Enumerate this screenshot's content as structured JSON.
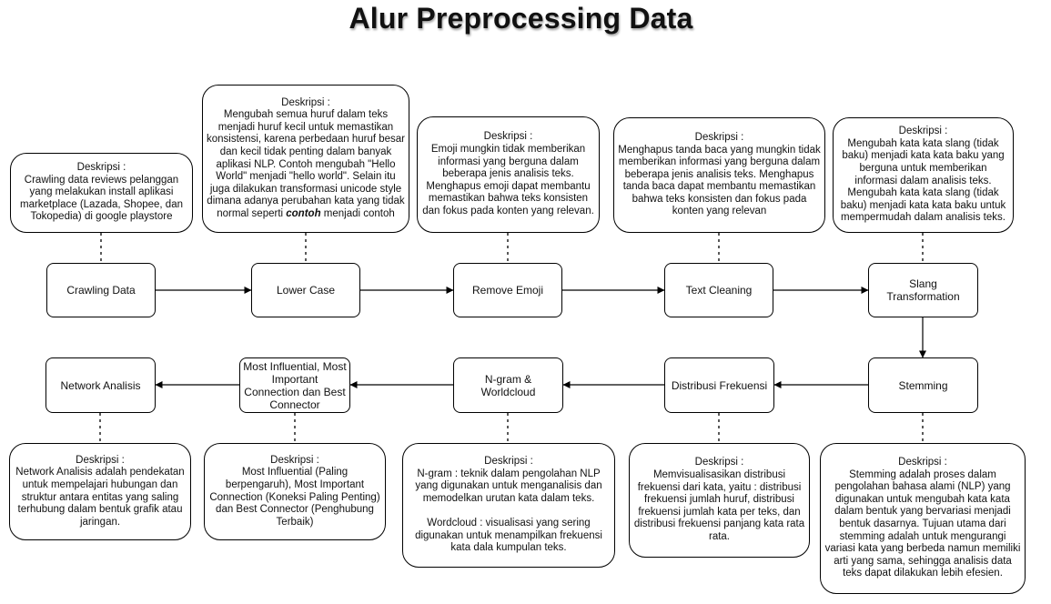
{
  "title": "Alur Preprocessing Data",
  "nodes": {
    "crawling": "Crawling Data",
    "lowercase": "Lower Case",
    "emoji": "Remove Emoji",
    "cleaning": "Text Cleaning",
    "slang": "Slang Transformation",
    "stemming": "Stemming",
    "distribusi": "Distribusi Frekuensi",
    "ngram": "N-gram & Worldcloud",
    "influential": "Most Influential, Most Important Connection dan Best Connector",
    "network": "Network Analisis"
  },
  "descriptions": {
    "crawling": {
      "head": "Deskripsi :",
      "body": "Crawling data reviews pelanggan yang melakukan install aplikasi marketplace (Lazada, Shopee, dan Tokopedia) di google playstore"
    },
    "lowercase": {
      "head": "Deskripsi :",
      "body": "Mengubah semua huruf dalam teks menjadi huruf kecil untuk memastikan konsistensi, karena perbedaan huruf besar dan kecil tidak penting dalam banyak aplikasi NLP. Contoh mengubah \"Hello World\" menjadi \"hello world\". Selain itu juga dilakukan transformasi unicode style dimana adanya perubahan kata yang tidak normal seperti ",
      "emph": "contoh",
      "tail": " menjadi contoh"
    },
    "emoji": {
      "head": "Deskripsi :",
      "body": "Emoji mungkin tidak memberikan informasi yang berguna dalam beberapa jenis analisis teks. Menghapus emoji dapat membantu memastikan bahwa teks konsisten dan fokus pada konten yang relevan."
    },
    "cleaning": {
      "head": "Deskripsi :",
      "body": "Menghapus tanda baca yang mungkin tidak memberikan informasi yang berguna dalam beberapa jenis analisis teks. Menghapus tanda baca dapat membantu memastikan bahwa teks konsisten dan fokus pada konten yang relevan"
    },
    "slang": {
      "head": "Deskripsi :",
      "body": "Mengubah kata kata slang (tidak baku) menjadi kata kata baku yang berguna untuk memberikan informasi dalam analisis teks. Mengubah kata kata slang (tidak baku) menjadi kata kata baku untuk mempermudah dalam analisis teks."
    },
    "stemming": {
      "head": "Deskripsi :",
      "body": "Stemming adalah proses dalam pengolahan bahasa alami (NLP) yang digunakan untuk mengubah kata kata dalam bentuk yang bervariasi menjadi bentuk dasarnya. Tujuan utama dari stemming adalah untuk mengurangi variasi kata yang berbeda namun memiliki arti yang sama, sehingga analisis data teks dapat dilakukan lebih efesien."
    },
    "distribusi": {
      "head": "Deskripsi :",
      "body": "Memvisualisasikan distribusi frekuensi dari kata, yaitu : distribusi frekuensi jumlah huruf, distribusi frekuensi jumlah kata per teks, dan distribusi frekuensi panjang kata rata rata."
    },
    "ngram": {
      "head": "Deskripsi :",
      "body": "N-gram : teknik dalam pengolahan NLP yang digunakan untuk menganalisis dan memodelkan urutan kata dalam teks.\n\nWordcloud : visualisasi yang sering digunakan untuk menampilkan frekuensi kata dala kumpulan teks."
    },
    "influential": {
      "head": "Deskripsi :",
      "body": "Most Influential (Paling berpengaruh), Most Important Connection (Koneksi Paling Penting) dan Best Connector (Penghubung Terbaik)"
    },
    "network": {
      "head": "Deskripsi :",
      "body": "Network Analisis adalah pendekatan untuk mempelajari hubungan dan struktur antara entitas yang saling terhubung dalam bentuk grafik atau jaringan."
    }
  }
}
